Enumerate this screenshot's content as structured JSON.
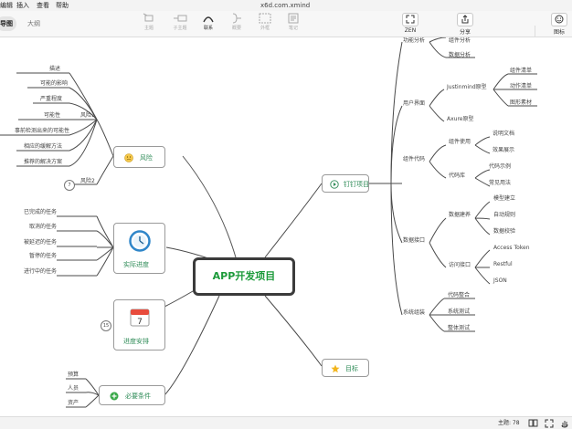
{
  "window": {
    "title": "x6d.com.xmind"
  },
  "menu": [
    "编辑",
    "插入",
    "查看",
    "帮助"
  ],
  "view_tabs": {
    "active": "导图",
    "other": "大纲"
  },
  "toolbar": {
    "topic": "主题",
    "subtopic": "子主题",
    "relationship": "联系",
    "summary": "概要",
    "boundary": "外框",
    "note": "笔记",
    "zen": "ZEN",
    "share": "分享",
    "theme": "图标"
  },
  "map": {
    "central": "APP开发项目",
    "risk": {
      "title": "风险",
      "risk1": "风险1",
      "risk2": "风险2",
      "risk2_badge": "7",
      "items": [
        "描述",
        "可能的影响",
        "严重程度",
        "可能性",
        "事前检测出来的可能性",
        "相应的缓解方法",
        "推荐的解决方案"
      ]
    },
    "progress": {
      "title": "实际进度",
      "items": [
        "已完成的任务",
        "取消的任务",
        "被延迟的任务",
        "暂停的任务",
        "进行中的任务"
      ]
    },
    "schedule": {
      "title": "进度安排",
      "badge": "15",
      "calendar_day": "7"
    },
    "requirements": {
      "title": "必要条件",
      "items": [
        "预算",
        "人员",
        "资产"
      ]
    },
    "milestones": {
      "title": "钉钉项目",
      "feature_analysis": {
        "label": "功能分析",
        "items": [
          "组件分析",
          "数据分析"
        ]
      },
      "ui": {
        "label": "用户界面",
        "justinmind": {
          "label": "Justinmind原型",
          "items": [
            "组件清单",
            "动作清单",
            "图形素材"
          ]
        },
        "axure": "Axure原型"
      },
      "code": {
        "label": "组件代码",
        "usage": {
          "label": "组件使用",
          "items": [
            "说明文档",
            "效果展示"
          ]
        },
        "library": {
          "label": "代码库",
          "items": [
            "代码示例",
            "常见用法"
          ]
        }
      },
      "data": {
        "label": "数据接口",
        "build": {
          "label": "数据建养",
          "items": [
            "模型建立",
            "自动规则",
            "数据校验"
          ]
        },
        "access": {
          "label": "访问接口",
          "items": [
            "Access Token",
            "Restful",
            "JSON"
          ]
        }
      },
      "integration": {
        "label": "系统组装",
        "items": [
          "代码整合",
          "系统测试",
          "整体测试"
        ]
      }
    },
    "goal": {
      "title": "目标"
    }
  },
  "status": {
    "topic_count": "主题: 78"
  },
  "colors": {
    "central_text": "#1c9a3a",
    "branch_text": "#2e8b57",
    "line": "#4a4a4a"
  }
}
